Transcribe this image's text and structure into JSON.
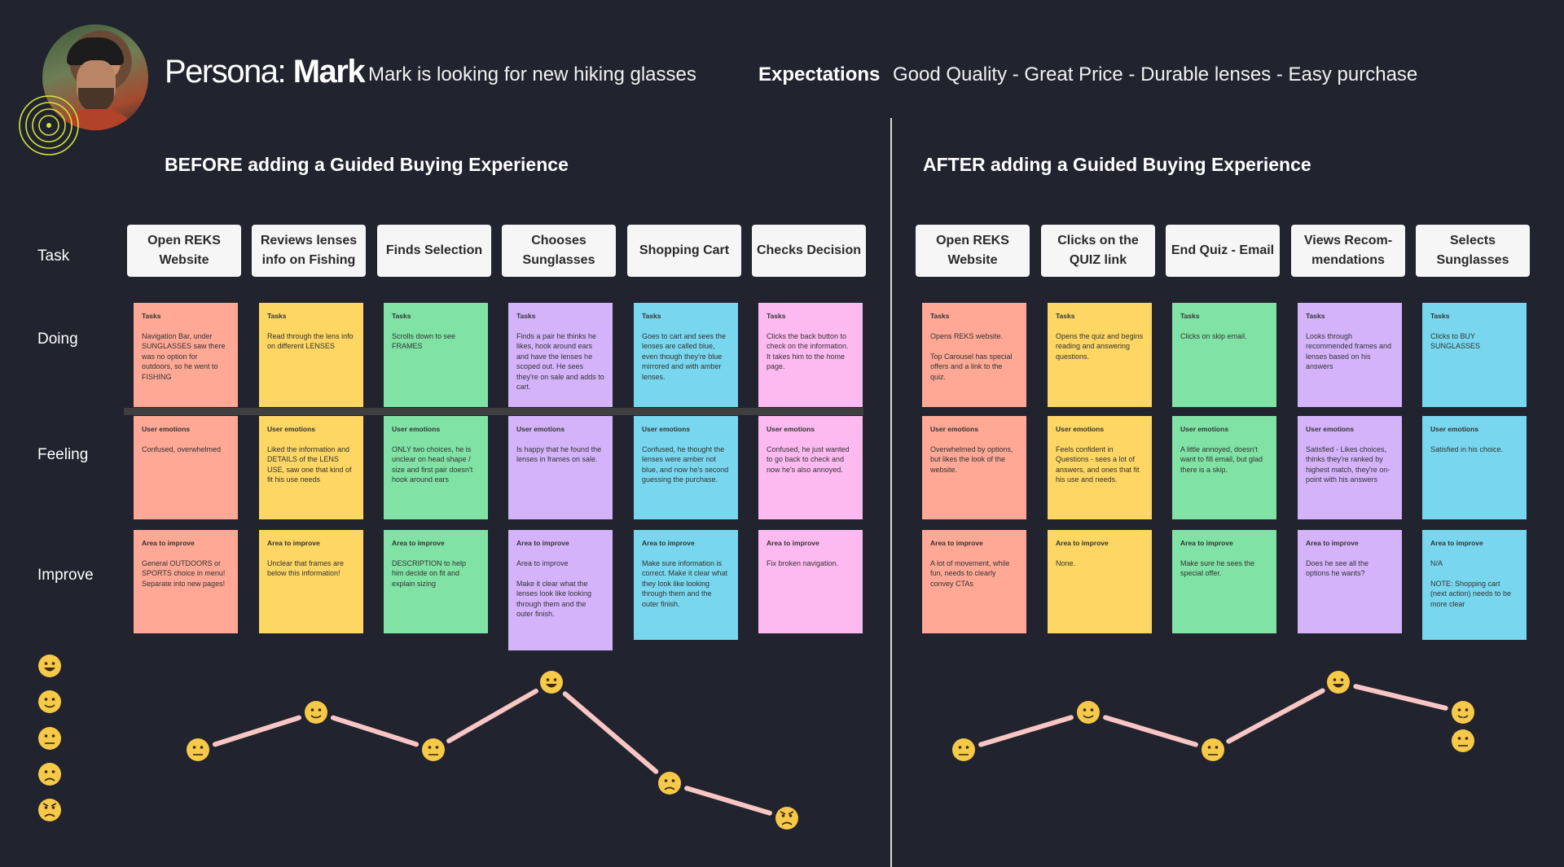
{
  "header": {
    "persona_prefix": "Persona: ",
    "persona_name": "Mark",
    "description": "Mark is looking for new hiking glasses",
    "expectations_label": "Expectations",
    "expectations_text": "Good Quality - Great Price - Durable lenses - Easy purchase"
  },
  "rows": {
    "task": "Task",
    "doing": "Doing",
    "feeling": "Feeling",
    "improve": "Improve"
  },
  "before": {
    "title": "BEFORE adding a Guided Buying Experience",
    "tasks": [
      "Open REKS Website",
      "Reviews lenses info on Fishing",
      "Finds Selection",
      "Chooses Sunglasses",
      "Shopping Cart",
      "Checks Decision"
    ],
    "doing": [
      {
        "h": "Tasks",
        "t": "Navigation Bar, under SUNGLASSES saw there was no option for outdoors, so he went to FISHING"
      },
      {
        "h": "Tasks",
        "t": "Read through the lens info on different LENSES"
      },
      {
        "h": "Tasks",
        "t": "Scrolls down to see FRAMES"
      },
      {
        "h": "Tasks",
        "t": "Finds a pair he thinks he likes, hook around ears and have the lenses he scoped out. He sees they're on sale and adds to cart."
      },
      {
        "h": "Tasks",
        "t": "Goes to cart and sees the lenses are called blue, even though they're blue mirrored and with amber lenses."
      },
      {
        "h": "Tasks",
        "t": "Clicks the back button to check on the information. It takes him to the home page."
      }
    ],
    "feeling": [
      {
        "h": "User emotions",
        "t": "Confused, overwhelmed"
      },
      {
        "h": "User emotions",
        "t": "Liked the information and DETAILS of the LENS USE, saw one that kind of fit his use needs"
      },
      {
        "h": "User emotions",
        "t": "ONLY two choices, he is unclear on head shape / size and first pair doesn't hook around ears"
      },
      {
        "h": "User emotions",
        "t": "Is happy that he found the lenses in frames on sale."
      },
      {
        "h": "User emotions",
        "t": "Confused, he thought the lenses were amber not blue, and now he's second guessing the purchase."
      },
      {
        "h": "User emotions",
        "t": "Confused, he just wanted to go back to check and now he's also annoyed."
      }
    ],
    "improve": [
      {
        "h": "Area to improve",
        "t": "General OUTDOORS or SPORTS choice in menu! Separate into new pages!"
      },
      {
        "h": "Area to improve",
        "t": "Unclear that frames are below this information!"
      },
      {
        "h": "Area to improve",
        "t": "DESCRIPTION to help him decide on fit and explain sizing"
      },
      {
        "h": "Area to improve",
        "t": "Area to improve\n\nMake it clear what the lenses look like looking through them and the outer finish."
      },
      {
        "h": "Area to improve",
        "t": "Make sure information is correct. Make it clear what they look like looking through them and the outer finish."
      },
      {
        "h": "Area to improve",
        "t": "Fix broken navigation."
      }
    ],
    "emotion_levels": [
      3,
      4,
      3,
      5,
      2,
      1
    ]
  },
  "after": {
    "title": "AFTER adding a Guided Buying Experience",
    "tasks": [
      "Open REKS Website",
      "Clicks on the QUIZ link",
      "End Quiz - Email",
      "Views Recom-mendations",
      "Selects Sunglasses"
    ],
    "doing": [
      {
        "h": "Tasks",
        "t": "Opens REKS website.\n\nTop Carousel has special offers and a link to the quiz."
      },
      {
        "h": "Tasks",
        "t": "Opens the quiz and begins reading and answering questions."
      },
      {
        "h": "Tasks",
        "t": "Clicks on skip email."
      },
      {
        "h": "Tasks",
        "t": "Looks through recommended frames and lenses based on his answers"
      },
      {
        "h": "Tasks",
        "t": "Clicks to BUY SUNGLASSES"
      }
    ],
    "feeling": [
      {
        "h": "User emotions",
        "t": "Overwhelmed by options, but likes the look of the website."
      },
      {
        "h": "User emotions",
        "t": "Feels confident in Questions - sees a lot of answers, and ones that fit his use and needs."
      },
      {
        "h": "User emotions",
        "t": "A little annoyed, doesn't want to fill email, but glad there is a skip."
      },
      {
        "h": "User emotions",
        "t": "Satisfied - Likes choices, thinks they're ranked by highest match, they're on-point with his answers"
      },
      {
        "h": "User emotions",
        "t": "Satisfied in his choice."
      }
    ],
    "improve": [
      {
        "h": "Area to improve",
        "t": "A lot of movement, while fun, needs to clearly convey CTAs"
      },
      {
        "h": "Area to improve",
        "t": "None."
      },
      {
        "h": "Area to improve",
        "t": "Make sure he sees the special offer."
      },
      {
        "h": "Area to improve",
        "t": "Does he see all the options he wants?"
      },
      {
        "h": "Area to improve",
        "t": "N/A\n\nNOTE: Shopping cart (next action) needs to be more clear"
      }
    ],
    "emotion_levels": [
      3,
      4,
      3,
      5,
      4
    ]
  },
  "colors": {
    "background": "#21232f",
    "note_salmon": "#fea895",
    "note_yellow": "#fdd663",
    "note_green": "#80e2a5",
    "note_purple": "#d4b3fb",
    "note_blue": "#78d7ee",
    "note_pink": "#fdbaf0",
    "journey_line": "#f9c6c4",
    "emoji_face": "#f7c948"
  },
  "legend_icons": [
    "grinning-face-icon",
    "smiling-face-icon",
    "neutral-face-icon",
    "frowning-face-icon",
    "angry-face-icon"
  ]
}
